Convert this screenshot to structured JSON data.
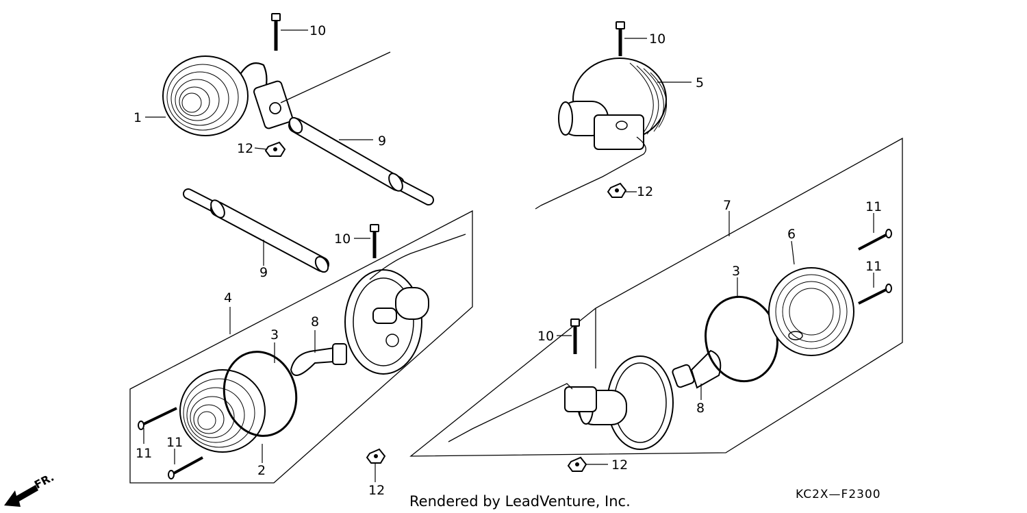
{
  "callouts": {
    "c1": "1",
    "c2": "2",
    "c3a": "3",
    "c3b": "3",
    "c4": "4",
    "c5": "5",
    "c6": "6",
    "c7": "7",
    "c8a": "8",
    "c8b": "8",
    "c9a": "9",
    "c9b": "9",
    "c10a": "10",
    "c10b": "10",
    "c10c": "10",
    "c10d": "10",
    "c11a": "11",
    "c11b": "11",
    "c11c": "11",
    "c11d": "11",
    "c12a": "12",
    "c12b": "12",
    "c12c": "12",
    "c12d": "12"
  },
  "front_label": "FR.",
  "credit": "Rendered by LeadVenture, Inc.",
  "diagram_code": "KC2X—F2300"
}
